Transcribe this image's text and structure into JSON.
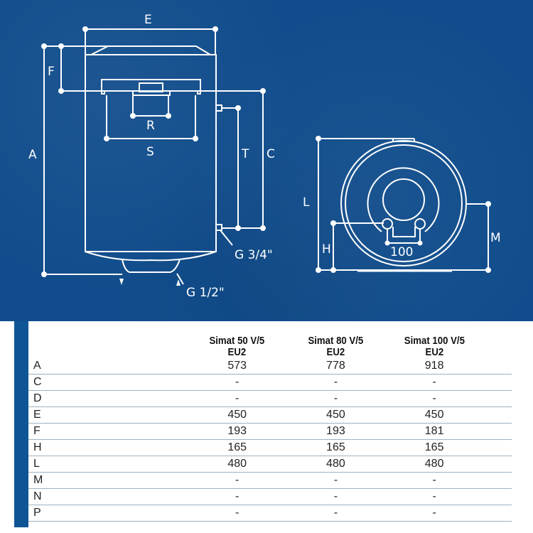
{
  "diagram": {
    "front_view_labels": {
      "E": "E",
      "F": "F",
      "A": "A",
      "R": "R",
      "S": "S",
      "T": "T",
      "C": "C",
      "G34": "G 3/4\"",
      "G12": "G 1/2\""
    },
    "side_view_labels": {
      "L": "L",
      "H": "H",
      "M": "M",
      "spacing": "100"
    },
    "colors": {
      "background": "#114d8c",
      "lines": "#ffffff",
      "table_accent": "#0f5596"
    }
  },
  "table": {
    "headers": [
      {
        "line1": "Simat 50 V/5",
        "line2": "EU2"
      },
      {
        "line1": "Simat 80 V/5",
        "line2": "EU2"
      },
      {
        "line1": "Simat 100 V/5",
        "line2": "EU2"
      }
    ],
    "rows": [
      {
        "key": "A",
        "values": [
          "573",
          "778",
          "918"
        ]
      },
      {
        "key": "C",
        "values": [
          "-",
          "-",
          "-"
        ]
      },
      {
        "key": "D",
        "values": [
          "-",
          "-",
          "-"
        ]
      },
      {
        "key": "E",
        "values": [
          "450",
          "450",
          "450"
        ]
      },
      {
        "key": "F",
        "values": [
          "193",
          "193",
          "181"
        ]
      },
      {
        "key": "H",
        "values": [
          "165",
          "165",
          "165"
        ]
      },
      {
        "key": "L",
        "values": [
          "480",
          "480",
          "480"
        ]
      },
      {
        "key": "M",
        "values": [
          "-",
          "-",
          "-"
        ]
      },
      {
        "key": "N",
        "values": [
          "-",
          "-",
          "-"
        ]
      },
      {
        "key": "P",
        "values": [
          "-",
          "-",
          "-"
        ]
      }
    ]
  }
}
